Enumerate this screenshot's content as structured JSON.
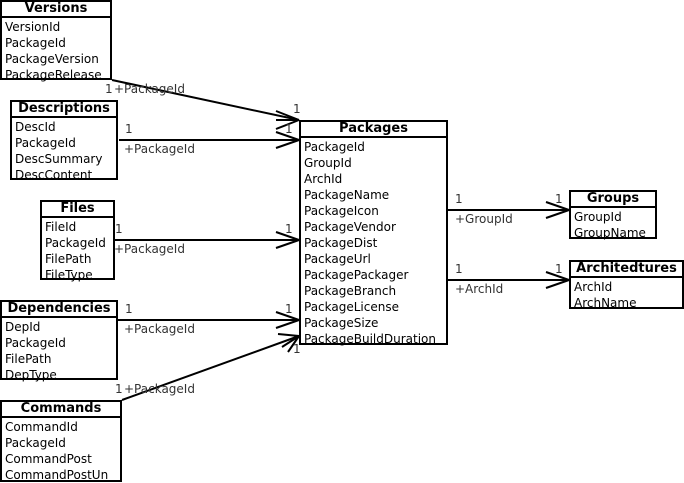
{
  "entities": {
    "versions": {
      "title": "Versions",
      "attributes": [
        "VersionId",
        "PackageId",
        "PackageVersion",
        "PackageRelease"
      ]
    },
    "descriptions": {
      "title": "Descriptions",
      "attributes": [
        "DescId",
        "PackageId",
        "DescSummary",
        "DescContent"
      ]
    },
    "files": {
      "title": "Files",
      "attributes": [
        "FileId",
        "PackageId",
        "FilePath",
        "FileType"
      ]
    },
    "dependencies": {
      "title": "Dependencies",
      "attributes": [
        "DepId",
        "PackageId",
        "FilePath",
        "DepType"
      ]
    },
    "commands": {
      "title": "Commands",
      "attributes": [
        "CommandId",
        "PackageId",
        "CommandPost",
        "CommandPostUn"
      ]
    },
    "packages": {
      "title": "Packages",
      "attributes": [
        "PackageId",
        "GroupId",
        "ArchId",
        "PackageName",
        "PackageIcon",
        "PackageVendor",
        "PackageDist",
        "PackageUrl",
        "PackagePackager",
        "PackageBranch",
        "PackageLicense",
        "PackageSize",
        "PackageBuildDuration"
      ]
    },
    "groups": {
      "title": "Groups",
      "attributes": [
        "GroupId",
        "GroupName"
      ]
    },
    "architectures": {
      "title": "Architedtures",
      "attributes": [
        "ArchId",
        "ArchName"
      ]
    }
  },
  "relationships": {
    "versions": {
      "role": "+PackageId",
      "mult_from": "1",
      "mult_to": "1"
    },
    "descriptions": {
      "role": "+PackageId",
      "mult_from": "1",
      "mult_to": "1"
    },
    "files": {
      "role": "+PackageId",
      "mult_from": "1",
      "mult_to": "1"
    },
    "dependencies": {
      "role": "+PackageId",
      "mult_from": "1",
      "mult_to": "1"
    },
    "commands": {
      "role": "+PackageId",
      "mult_from": "1",
      "mult_to": "1"
    },
    "groups": {
      "role": "+GroupId",
      "mult_from": "1",
      "mult_to": "1"
    },
    "arch": {
      "role": "+ArchId",
      "mult_from": "1",
      "mult_to": "1"
    }
  }
}
